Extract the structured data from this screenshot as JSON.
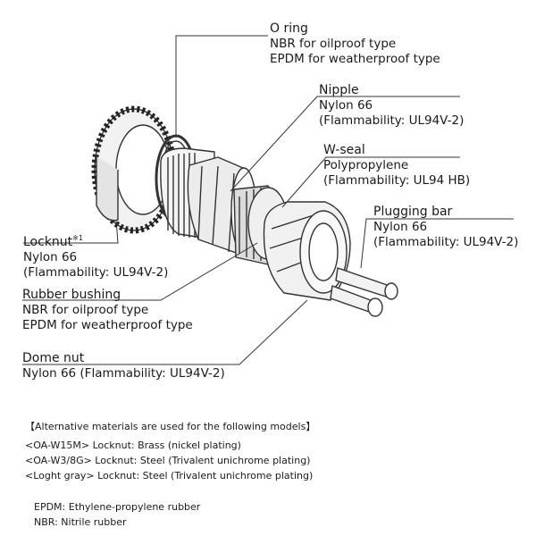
{
  "labels": {
    "o_ring": {
      "title": "O ring",
      "lines": [
        "NBR for oilproof type",
        "EPDM for weatherproof type"
      ]
    },
    "nipple": {
      "title": "Nipple",
      "lines": [
        "Nylon 66",
        "(Flammability: UL94V-2)"
      ]
    },
    "w_seal": {
      "title": "W-seal",
      "lines": [
        "Polypropylene",
        "(Flammability: UL94 HB)"
      ]
    },
    "plugging_bar": {
      "title": "Plugging bar",
      "lines": [
        "Nylon 66",
        "(Flammability: UL94V-2)"
      ]
    },
    "locknut": {
      "title": "Locknut",
      "mark": "※1",
      "lines": [
        "Nylon 66",
        "(Flammability: UL94V-2)"
      ]
    },
    "rubber_bushing": {
      "title": "Rubber bushing",
      "lines": [
        "NBR for oilproof type",
        "EPDM for weatherproof type"
      ]
    },
    "dome_nut": {
      "title": "Dome nut",
      "lines": [
        "Nylon 66 (Flammability: UL94V-2)"
      ]
    }
  },
  "notes": {
    "heading": "【Alternative materials are used for the following models】",
    "rows": [
      "<OA-W15M>  Locknut: Brass (nickel plating)",
      "<OA-W3/8G> Locknut: Steel (Trivalent unichrome plating)",
      "<Loght gray> Locknut: Steel (Trivalent unichrome plating)"
    ]
  },
  "glossary": [
    "EPDM: Ethylene-propylene rubber",
    "NBR: Nitrile rubber"
  ]
}
